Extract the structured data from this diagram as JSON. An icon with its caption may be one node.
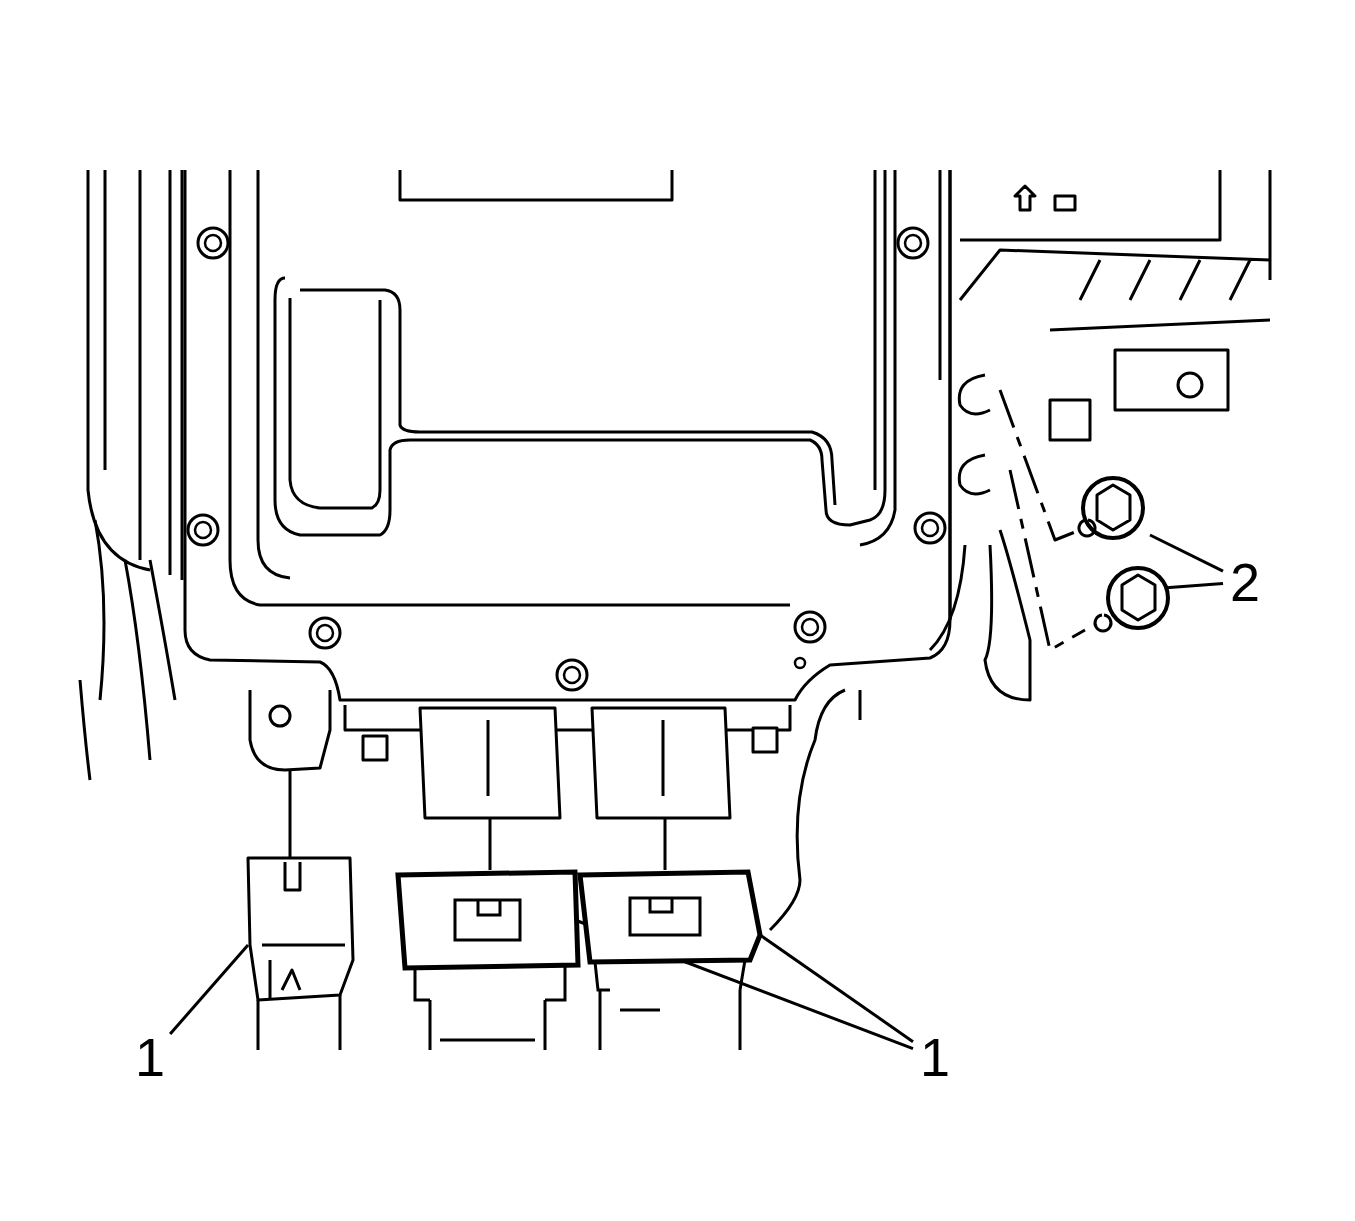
{
  "diagram": {
    "nodes": [
      {
        "text": [
          "1"
        ]
      },
      {
        "text": [
          "1"
        ]
      },
      {
        "text": [
          "2"
        ]
      },
      {
        "text": [],
        "shape": "picture"
      },
      {
        "text": [],
        "shape": "box"
      },
      {
        "text": [],
        "shape": "box"
      },
      {
        "text": [],
        "shape": "circle"
      },
      {
        "text": [],
        "shape": "circle"
      }
    ],
    "edges": [
      {
        "from": 0,
        "to": 3,
        "arrow": "none"
      },
      {
        "from": 1,
        "to": 4,
        "arrow": "none"
      },
      {
        "from": 1,
        "to": 5,
        "arrow": "none"
      },
      {
        "from": 2,
        "to": 6,
        "arrow": "none"
      },
      {
        "from": 2,
        "to": 7,
        "arrow": "none"
      }
    ]
  }
}
